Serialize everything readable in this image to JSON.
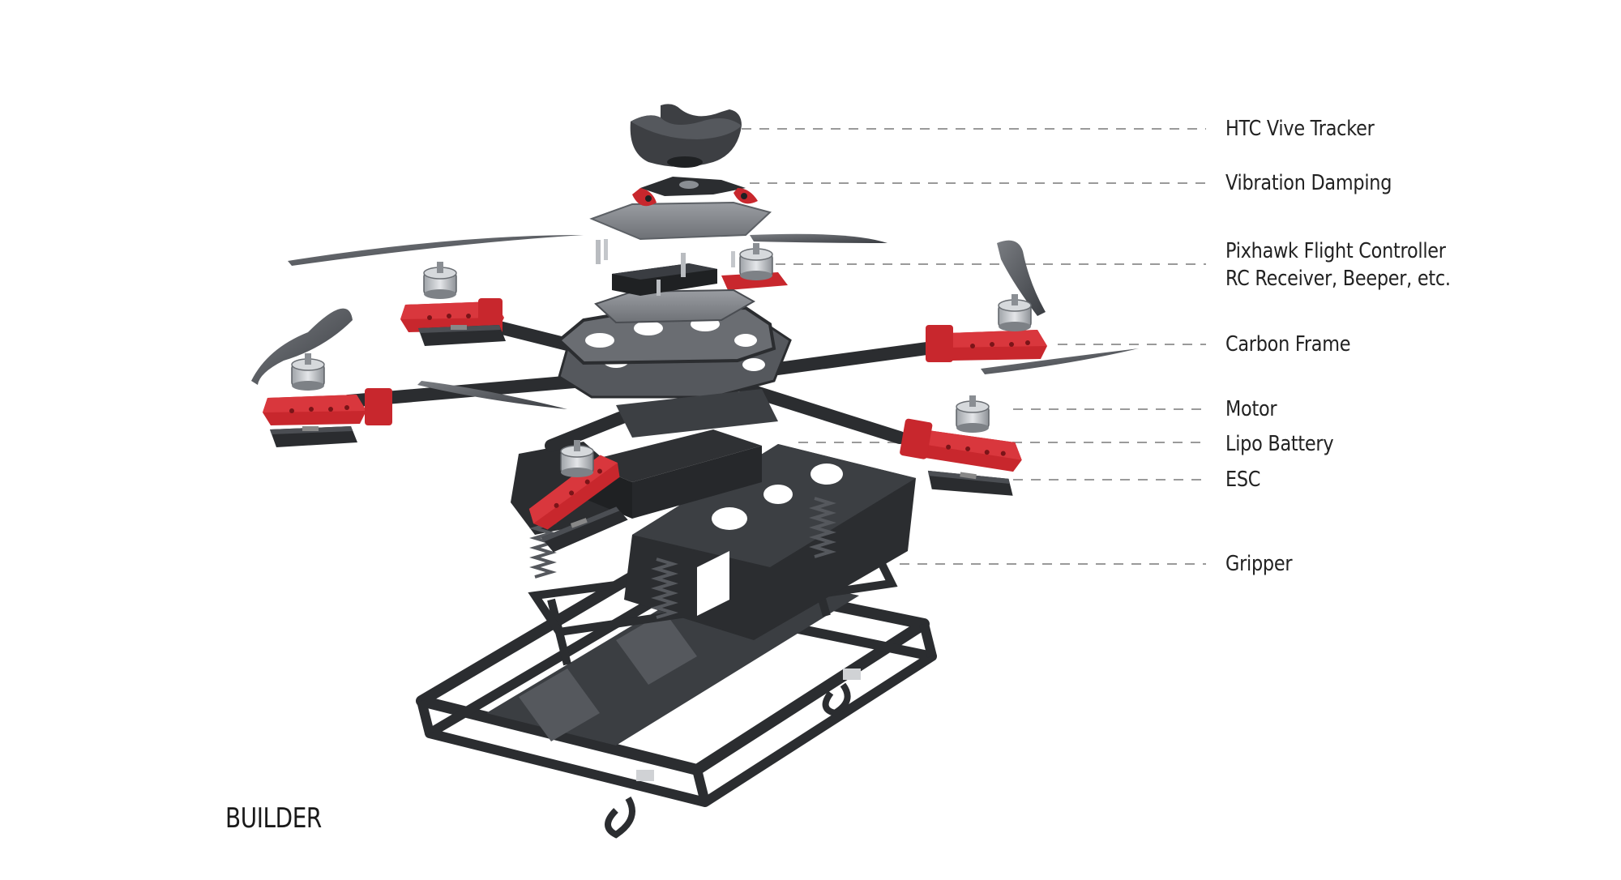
{
  "caption": "BUILDER",
  "callouts": [
    {
      "id": "htc-vive-tracker",
      "lines": [
        "HTC Vive Tracker"
      ]
    },
    {
      "id": "vibration-damping",
      "lines": [
        "Vibration Damping"
      ]
    },
    {
      "id": "pixhawk-flight-controller",
      "lines": [
        "Pixhawk Flight Controller",
        "RC Receiver, Beeper, etc."
      ]
    },
    {
      "id": "carbon-frame",
      "lines": [
        "Carbon Frame"
      ]
    },
    {
      "id": "motor",
      "lines": [
        "Motor"
      ]
    },
    {
      "id": "lipo-battery",
      "lines": [
        "Lipo Battery"
      ]
    },
    {
      "id": "esc",
      "lines": [
        "ESC"
      ]
    },
    {
      "id": "gripper",
      "lines": [
        "Gripper"
      ]
    }
  ],
  "colors": {
    "carbon": "#2b2d30",
    "carbon_light": "#6a6d72",
    "propeller": "#4a4d52",
    "arm_mount": "#c8272d",
    "motor": "#c9ccd1",
    "leader_line": "#9a9a9a",
    "text": "#222222"
  }
}
